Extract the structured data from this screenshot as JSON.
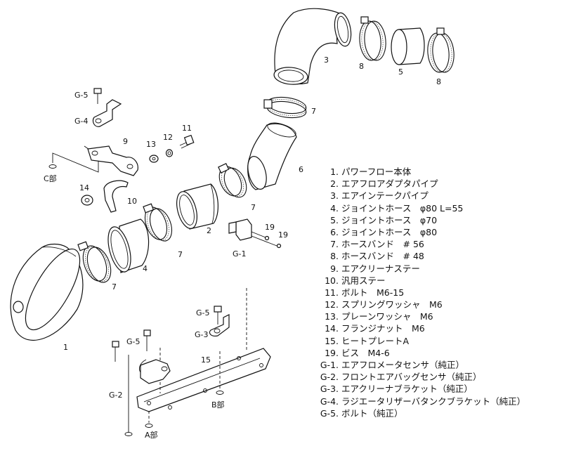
{
  "callouts": {
    "n1": "1",
    "n2": "2",
    "n3": "3",
    "n4": "4",
    "n5": "5",
    "n6": "6",
    "n7a": "7",
    "n7b": "7",
    "n7c": "7",
    "n7d": "7",
    "n8a": "8",
    "n8b": "8",
    "n9": "9",
    "n10": "10",
    "n11": "11",
    "n12": "12",
    "n13": "13",
    "n14": "14",
    "n15": "15",
    "n19a": "19",
    "n19b": "19",
    "g1": "G-1",
    "g2": "G-2",
    "g3": "G-3",
    "g4": "G-4",
    "g5a": "G-5",
    "g5b": "G-5",
    "g5c": "G-5",
    "partA": "A部",
    "partB": "B部",
    "partC": "C部"
  },
  "legend": [
    {
      "num": "1.",
      "text": "パワーフロー本体"
    },
    {
      "num": "2.",
      "text": "エアフロアダプタパイプ"
    },
    {
      "num": "3.",
      "text": "エアインテークパイプ"
    },
    {
      "num": "4.",
      "text": "ジョイントホース　φ80 L=55"
    },
    {
      "num": "5.",
      "text": "ジョイントホース　φ70"
    },
    {
      "num": "6.",
      "text": "ジョイントホース　φ80"
    },
    {
      "num": "7.",
      "text": "ホースバンド　# 56"
    },
    {
      "num": "8.",
      "text": "ホースバンド　# 48"
    },
    {
      "num": "9.",
      "text": "エアクリーナステー"
    },
    {
      "num": "10.",
      "text": "汎用ステー"
    },
    {
      "num": "11.",
      "text": "ボルト　M6-15"
    },
    {
      "num": "12.",
      "text": "スプリングワッシャ　M6"
    },
    {
      "num": "13.",
      "text": "プレーンワッシャ　M6"
    },
    {
      "num": "14.",
      "text": "フランジナット　M6"
    },
    {
      "num": "15.",
      "text": "ヒートプレートA"
    },
    {
      "num": "19.",
      "text": "ビス　M4-6"
    },
    {
      "num": "G-1.",
      "text": "エアフロメータセンサ（純正）"
    },
    {
      "num": "G-2.",
      "text": "フロントエアバッグセンサ（純正）"
    },
    {
      "num": "G-3.",
      "text": "エアクリーナブラケット（純正）"
    },
    {
      "num": "G-4.",
      "text": "ラジエータリザーバタンクブラケット（純正）"
    },
    {
      "num": "G-5.",
      "text": "ボルト（純正）"
    }
  ]
}
